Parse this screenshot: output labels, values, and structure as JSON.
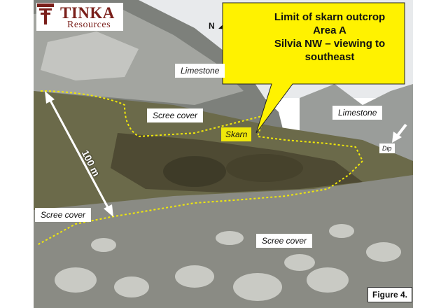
{
  "logo": {
    "name": "TINKA",
    "subtitle": "Resources"
  },
  "callout": {
    "lines": [
      "Limit of skarn outcrop",
      "Area A",
      "Silvia NW – viewing to",
      "southeast"
    ]
  },
  "labels": {
    "limestone_upper": "Limestone",
    "limestone_right": "Limestone",
    "scree_upper": "Scree cover",
    "scree_left": "Scree cover",
    "scree_bottom": "Scree cover",
    "skarn": "Skarn",
    "dip": "Dip",
    "distance": "100 m",
    "north": "N"
  },
  "figure_label": "Figure 4.",
  "colors": {
    "boundary": "#f0e80a",
    "callout_fill": "#fff200",
    "logo": "#7a1f1a"
  }
}
